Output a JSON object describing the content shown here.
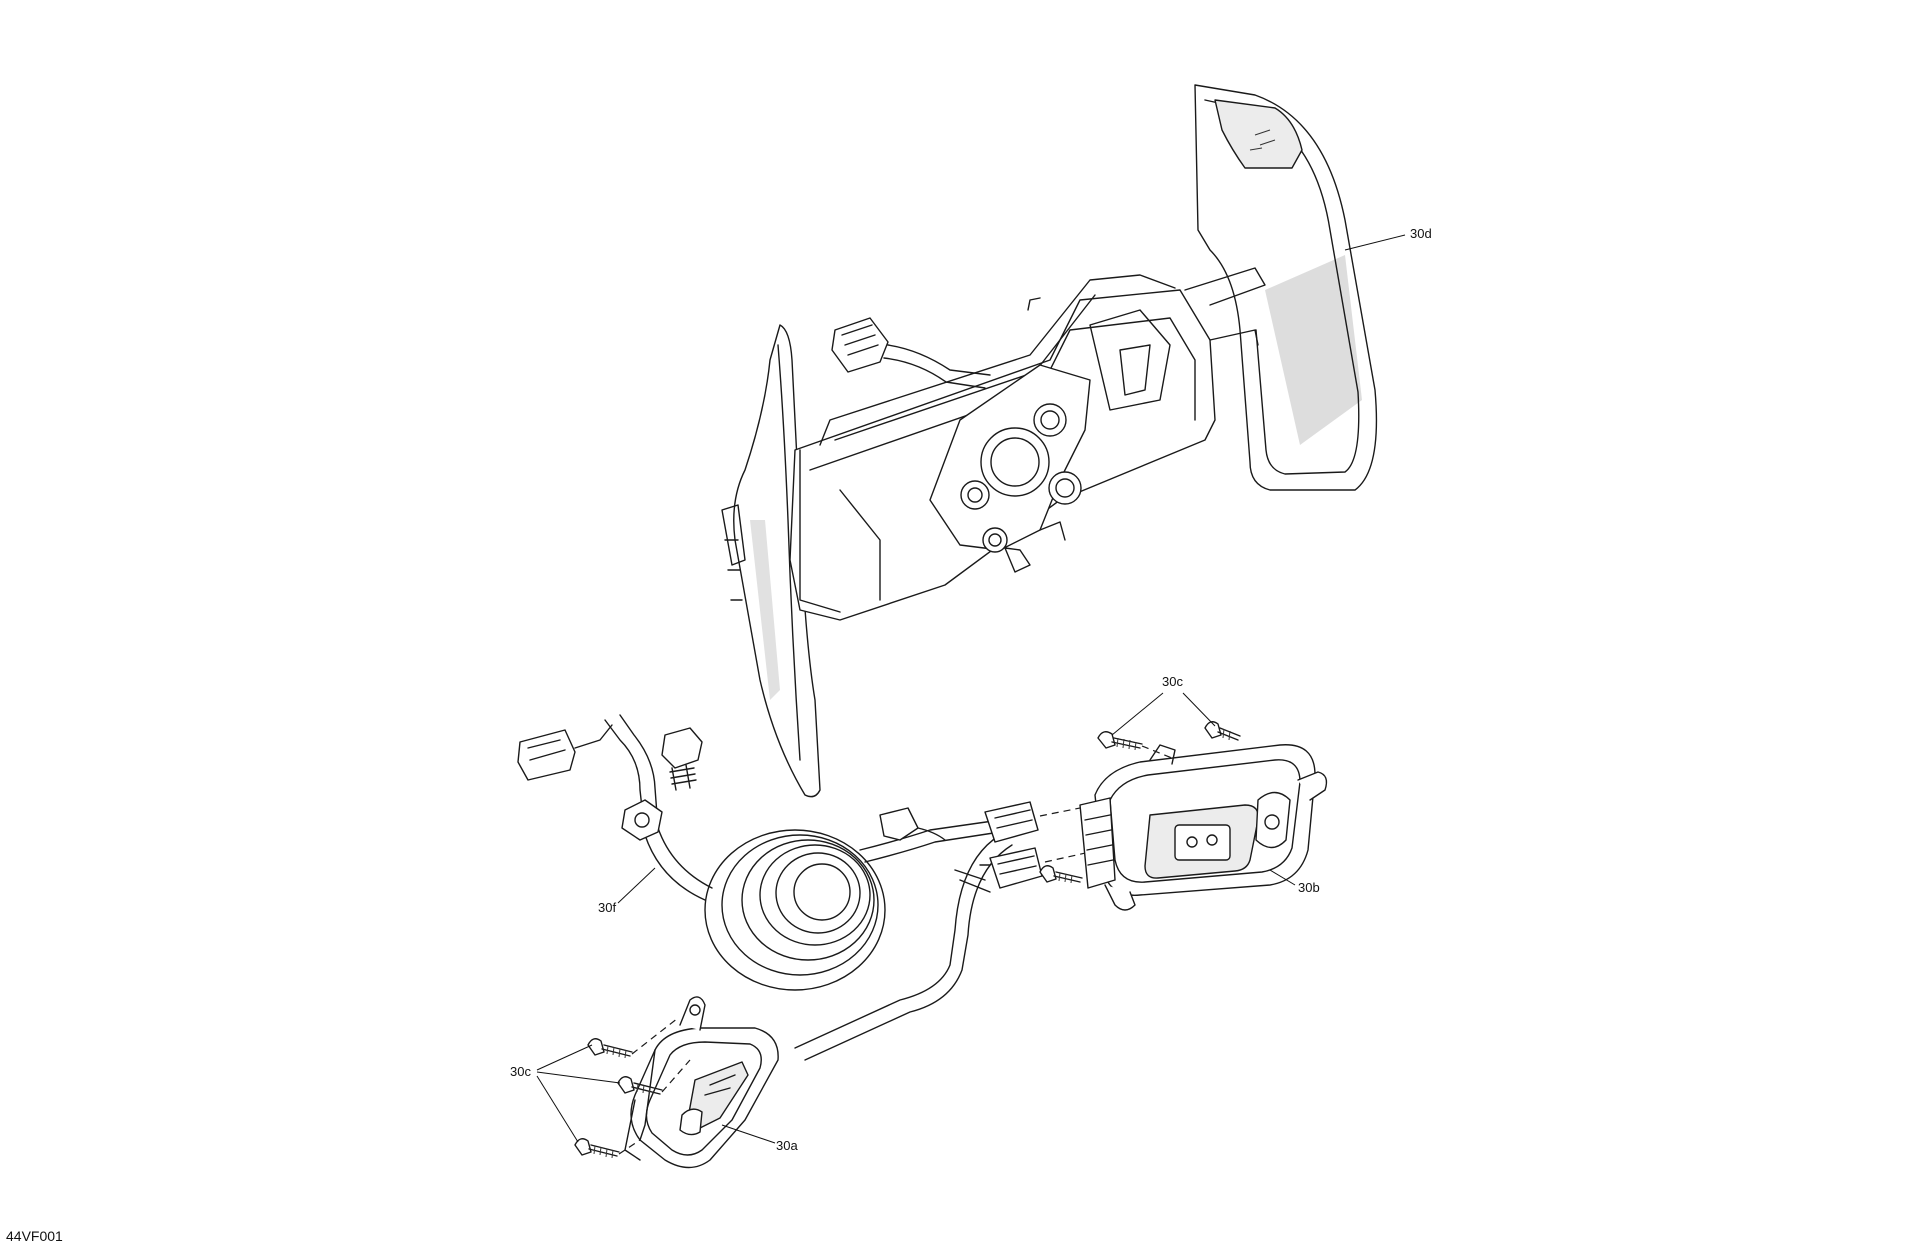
{
  "figure_id": "44VF001",
  "callouts": {
    "c30d": "30d",
    "c30c_top": "30c",
    "c30b": "30b",
    "c30f": "30f",
    "c30c_left": "30c",
    "c30a": "30a"
  }
}
